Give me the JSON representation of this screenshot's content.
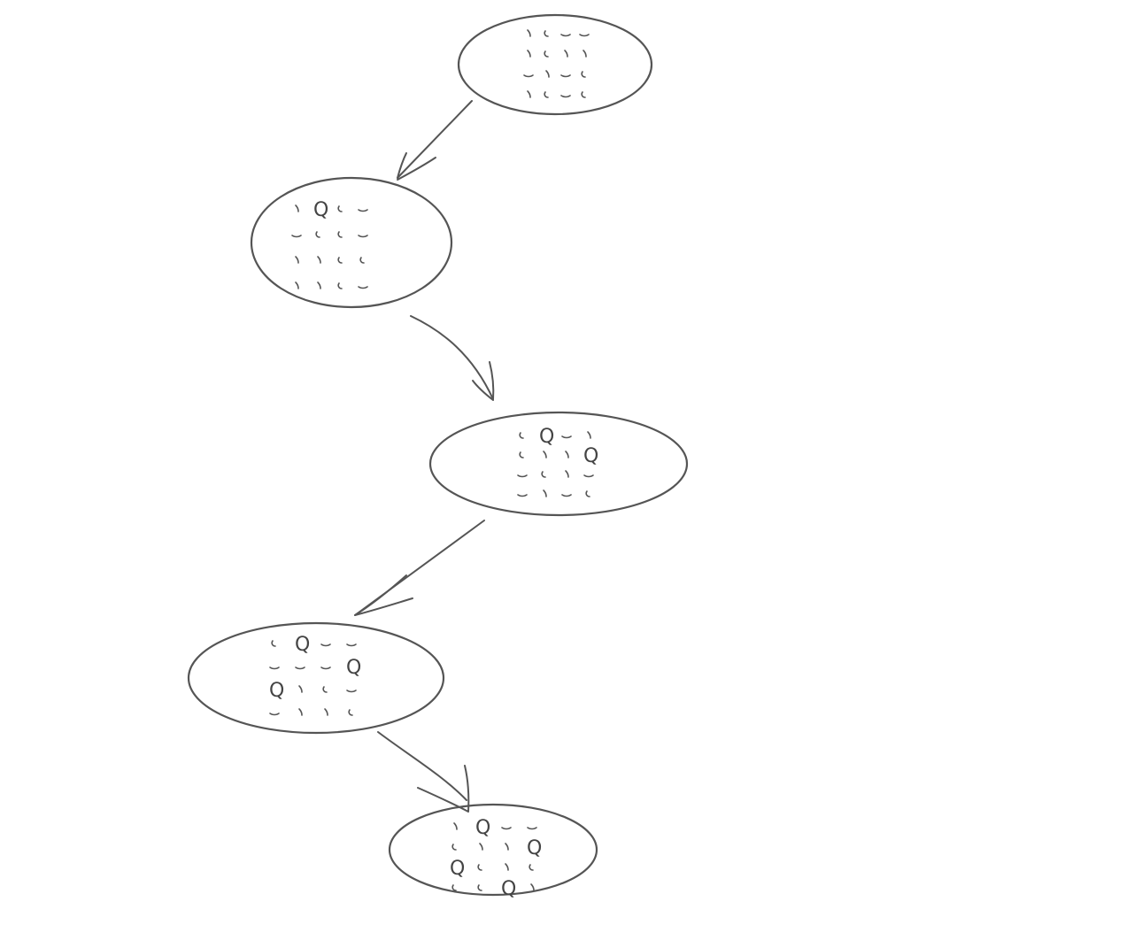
{
  "diagram": {
    "colors": {
      "stroke": "#555555",
      "text": "#444444",
      "background": "#ffffff"
    },
    "board_size": 4,
    "queen_symbol": "Q",
    "nodes": [
      {
        "id": "state-0",
        "queens": []
      },
      {
        "id": "state-1",
        "queens": [
          [
            0,
            1
          ]
        ]
      },
      {
        "id": "state-2",
        "queens": [
          [
            0,
            1
          ],
          [
            1,
            3
          ]
        ]
      },
      {
        "id": "state-3",
        "queens": [
          [
            0,
            1
          ],
          [
            1,
            3
          ],
          [
            2,
            0
          ]
        ]
      },
      {
        "id": "state-4",
        "queens": [
          [
            0,
            1
          ],
          [
            1,
            3
          ],
          [
            2,
            0
          ],
          [
            3,
            2
          ]
        ]
      }
    ],
    "edges": [
      {
        "from": "state-0",
        "to": "state-1"
      },
      {
        "from": "state-1",
        "to": "state-2"
      },
      {
        "from": "state-2",
        "to": "state-3"
      },
      {
        "from": "state-3",
        "to": "state-4"
      }
    ]
  }
}
